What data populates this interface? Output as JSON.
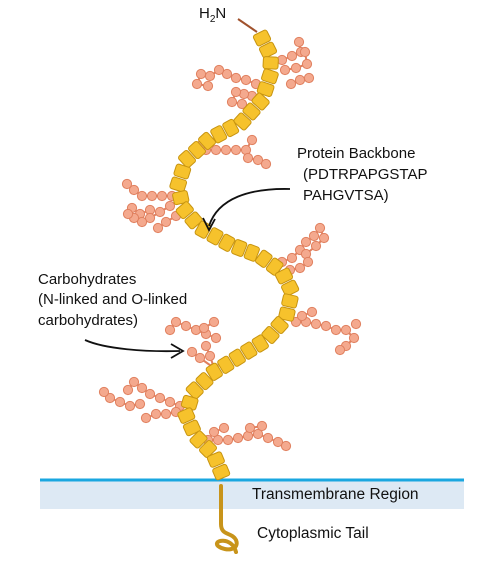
{
  "labels": {
    "n_terminus_main": "H",
    "n_terminus_sub": "2",
    "n_terminus_tail": "N",
    "backbone_title": "Protein Backbone",
    "backbone_seq_1": "(PDTRPAPGSTAP",
    "backbone_seq_2": "PAHGVTSA)",
    "carb_title": "Carbohydrates",
    "carb_sub_1": "(N-linked and O-linked",
    "carb_sub_2": "carbohydrates)",
    "transmembrane": "Transmembrane Region",
    "cytoplasmic": "Cytoplasmic Tail"
  },
  "colors": {
    "backbone": "#f6c22c",
    "glycan": "#f4a98e",
    "membrane_line": "#1aa7e0",
    "membrane_fill": "#dde9f4",
    "tail": "#c8941a",
    "n_link": "#a0522d"
  }
}
